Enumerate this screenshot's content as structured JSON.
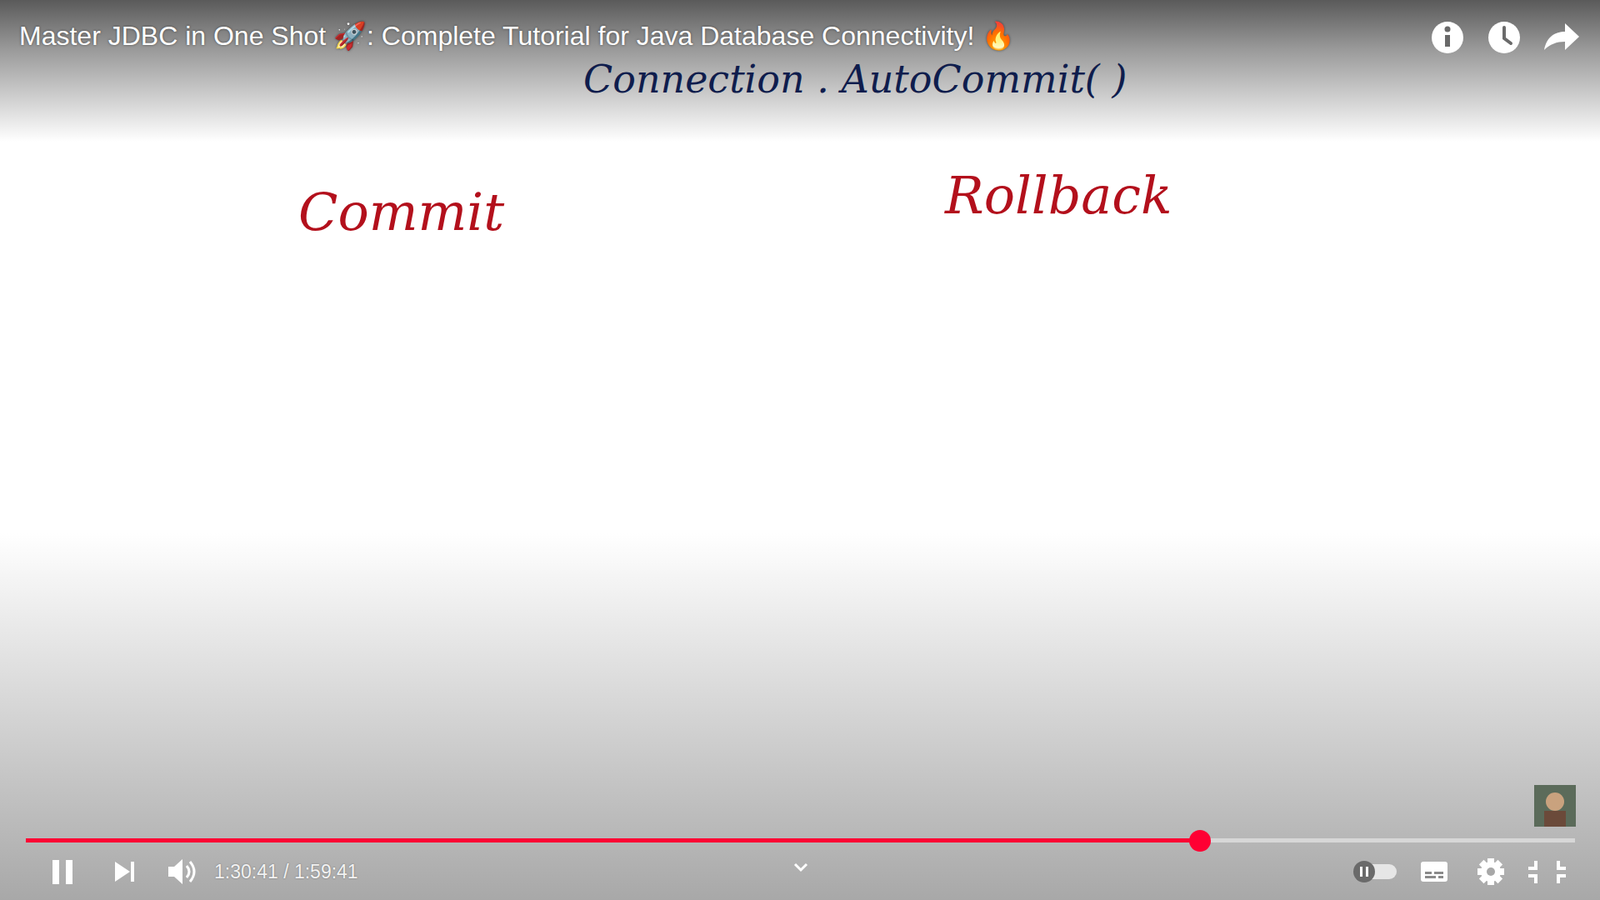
{
  "diagram": {
    "title": "Master JDBC in One Shot 🚀: Complete Tutorial for Java Database Connectivity! 🔥",
    "labels": [
      "Connection . AutoCommit( )",
      "Commit",
      "Rollback",
      "1:30:41 / 1:59:41"
    ]
  }
}
